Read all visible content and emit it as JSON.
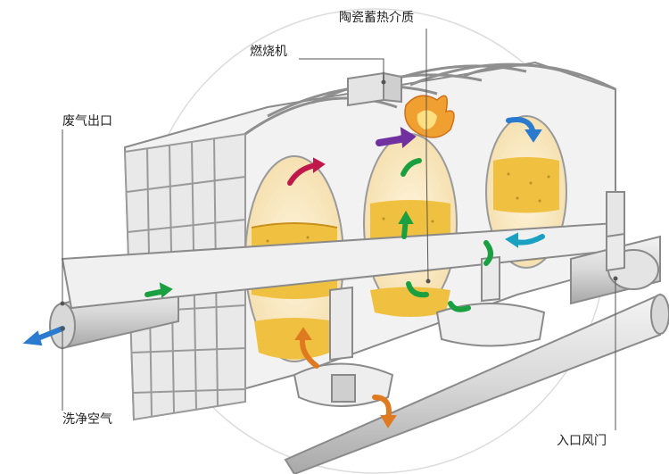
{
  "labels": {
    "ceramic_media": "陶瓷蓄热介质",
    "burner": "燃烧机",
    "exhaust_outlet": "废气出口",
    "purge_air": "洗净空气",
    "inlet_damper": "入口风门"
  },
  "colors": {
    "structure_fill": "#eeeeee",
    "structure_stroke": "#8a8a8a",
    "chamber_glow": "#f7e3b0",
    "ceramic_media": "#f0c040",
    "arrow_green": "#1aa040",
    "arrow_purple": "#7030a0",
    "arrow_crimson": "#c0184a",
    "arrow_orange": "#e07a20",
    "arrow_blue": "#2a7ad0",
    "arrow_teal": "#1aa0c0"
  },
  "icons": [
    "flame-icon",
    "flow-arrow-icon"
  ]
}
